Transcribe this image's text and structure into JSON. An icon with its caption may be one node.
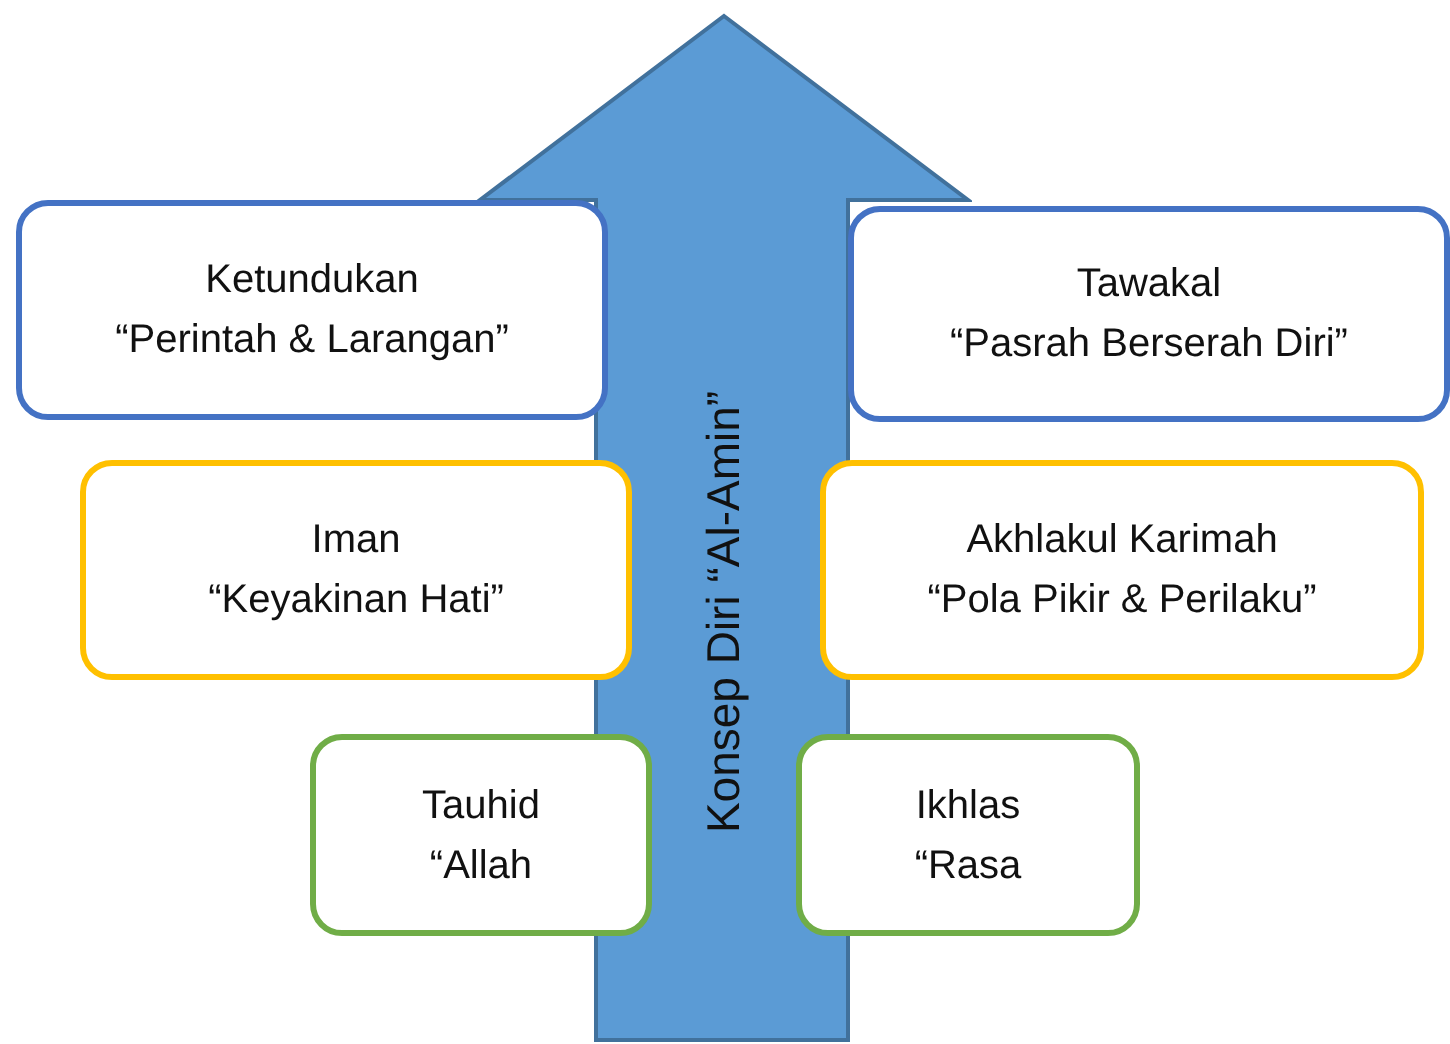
{
  "diagram": {
    "nodes": [
      {
        "text": [
          "Konsep Diri “Al-Amin”"
        ]
      },
      {
        "text": [
          "Ketundukan",
          "“Perintah & Larangan”"
        ]
      },
      {
        "text": [
          "Tawakal",
          "“Pasrah Berserah Diri”"
        ]
      },
      {
        "text": [
          "Iman",
          "“Keyakinan Hati”"
        ]
      },
      {
        "text": [
          "Akhlakul Karimah",
          "“Pola Pikir & Perilaku”"
        ]
      },
      {
        "text": [
          "Tauhid",
          "“Allah"
        ]
      },
      {
        "text": [
          "Ikhlas",
          "“Rasa"
        ]
      }
    ]
  }
}
